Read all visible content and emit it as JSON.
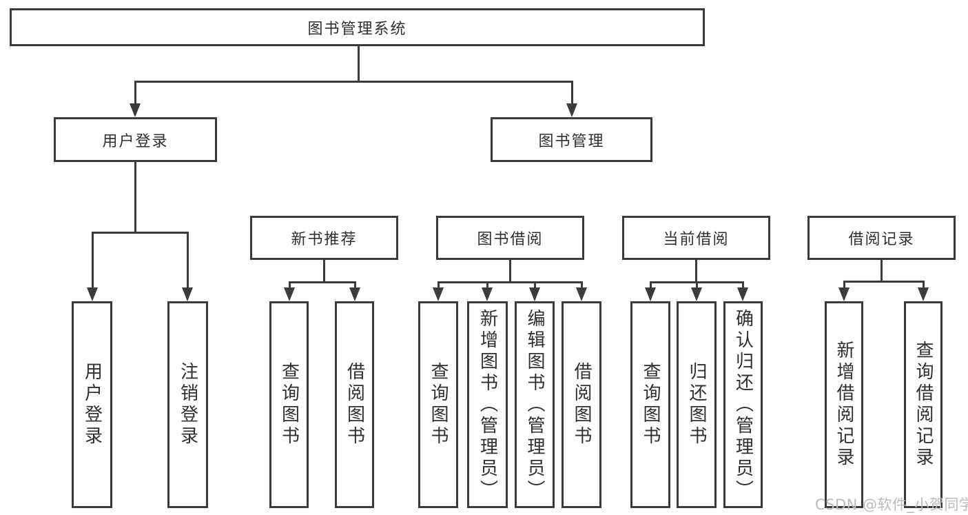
{
  "tree": {
    "label": "图书管理系统",
    "children": [
      {
        "label": "用户登录",
        "children": [
          {
            "label": "用户登录"
          },
          {
            "label": "注销登录"
          }
        ]
      },
      {
        "label": "图书管理",
        "children": [
          {
            "label": "新书推荐",
            "children": [
              {
                "label": "查询图书"
              },
              {
                "label": "借阅图书"
              }
            ]
          },
          {
            "label": "图书借阅",
            "children": [
              {
                "label": "查询图书"
              },
              {
                "label": "新增图书（管理员）"
              },
              {
                "label": "编辑图书（管理员）"
              },
              {
                "label": "借阅图书"
              }
            ]
          },
          {
            "label": "当前借阅",
            "children": [
              {
                "label": "查询图书"
              },
              {
                "label": "归还图书"
              },
              {
                "label": "确认归还（管理员）"
              }
            ]
          },
          {
            "label": "借阅记录",
            "children": [
              {
                "label": "新增借阅记录"
              },
              {
                "label": "查询借阅记录"
              }
            ]
          }
        ]
      }
    ]
  },
  "watermark": {
    "text": "CSDN @软件_小贺同学"
  },
  "colors": {
    "line": "#3b3b3b",
    "text": "#2f2f2f",
    "watermark": "#b7bcc1",
    "background": "#ffffff"
  }
}
